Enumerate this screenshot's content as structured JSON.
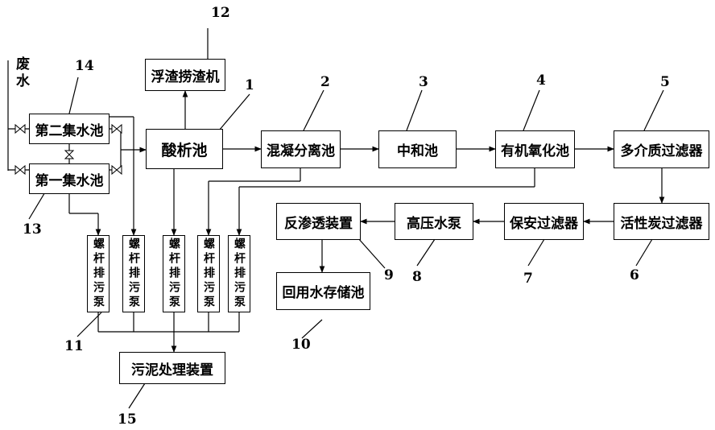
{
  "side_label": "废水",
  "boxes": {
    "collect2": "第二集水池",
    "collect1": "第一集水池",
    "acid": "酸析池",
    "skimmer": "浮渣捞渣机",
    "coag": "混凝分离池",
    "neutral": "中和池",
    "oxid": "有机氧化池",
    "multi": "多介质过滤器",
    "carbon": "活性炭过滤器",
    "security": "保安过滤器",
    "hpump": "高压水泵",
    "ro": "反渗透装置",
    "storage": "回用水存储池",
    "sludge": "污泥处理装置"
  },
  "pump_label": "螺杆排污泵",
  "numbers": {
    "n1": "1",
    "n2": "2",
    "n3": "3",
    "n4": "4",
    "n5": "5",
    "n6": "6",
    "n7": "7",
    "n8": "8",
    "n9": "9",
    "n10": "10",
    "n11": "11",
    "n12": "12",
    "n13": "13",
    "n14": "14",
    "n15": "15"
  }
}
